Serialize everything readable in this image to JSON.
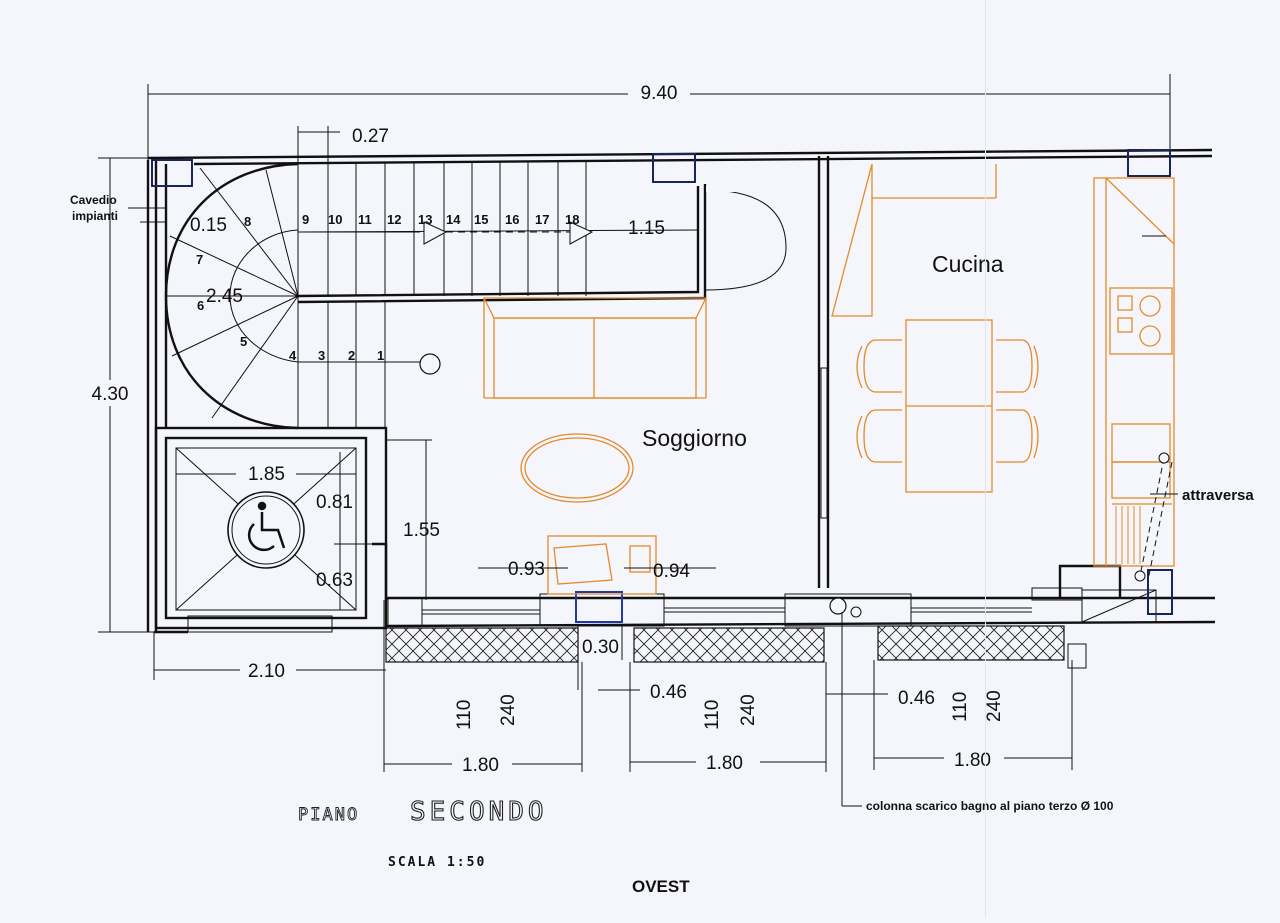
{
  "title": {
    "main_lead": "Piano",
    "main_rest": "Secondo",
    "scale": "scala 1:50",
    "orientation": "OVEST"
  },
  "rooms": {
    "living": "Soggiorno",
    "kitchen": "Cucina"
  },
  "labels": {
    "cavedio_line1": "Cavedio",
    "cavedio_line2": "impianti",
    "attraversa": "attraversa",
    "drain_note": "colonna scarico bagno al piano terzo Ø 100"
  },
  "dimensions": {
    "total_width": "9.40",
    "total_height": "4.30",
    "step_depth": "0.27",
    "cavedio": "0.15",
    "stair_width": "1.15",
    "stair_radius": "2.45",
    "lift_width": "1.85",
    "lift_side_a": "0.81",
    "lift_side_b": "0.63",
    "lift_depth": "1.55",
    "left_block": "2.10",
    "window_left_a": "0.93",
    "window_left_b": "0.94",
    "pillar": "0.30",
    "gap_1": "0.46",
    "gap_2": "0.46",
    "window_1": "1.80",
    "window_2": "1.80",
    "window_3": "1.80",
    "sill_1a": "110",
    "sill_1b": "240",
    "sill_2a": "110",
    "sill_2b": "240",
    "sill_3a": "110",
    "sill_3b": "240"
  },
  "steps": [
    "1",
    "2",
    "3",
    "4",
    "5",
    "6",
    "7",
    "8",
    "9",
    "10",
    "11",
    "12",
    "13",
    "14",
    "15",
    "16",
    "17",
    "18"
  ],
  "colors": {
    "walls": "#111111",
    "furniture": "#e58a2a",
    "columns": "#1f3aa8",
    "paper": "#f4f6fb"
  }
}
